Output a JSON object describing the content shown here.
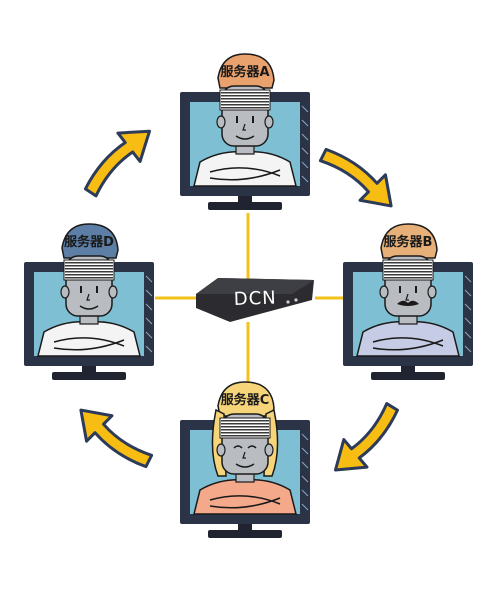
{
  "hub": {
    "label": "DCN",
    "color": "#2c2c30"
  },
  "links_color": "#f2c21a",
  "arrows_color": "#f7bd12",
  "arrows_edge_color": "#2d3b5a",
  "servers": [
    {
      "id": "a",
      "label": "服务器A",
      "shirt": "#f4f4f4",
      "hair": "#e9a16d",
      "skin": "#b9bcc1",
      "mustache": false
    },
    {
      "id": "b",
      "label": "服务器B",
      "shirt": "#c6cbe6",
      "hair": "#e7b079",
      "skin": "#b9bcc1",
      "mustache": true
    },
    {
      "id": "c",
      "label": "服务器C",
      "shirt": "#f4a98a",
      "hair": "#f6d47a",
      "skin": "#b9bcc1",
      "mustache": false
    },
    {
      "id": "d",
      "label": "服务器D",
      "shirt": "#f4f4f4",
      "hair": "#5d7fa6",
      "skin": "#b9bcc1",
      "mustache": false
    }
  ],
  "monitor": {
    "frame": "#2a3446",
    "screen": "#7fbfd3",
    "stand": "#1f2430"
  }
}
